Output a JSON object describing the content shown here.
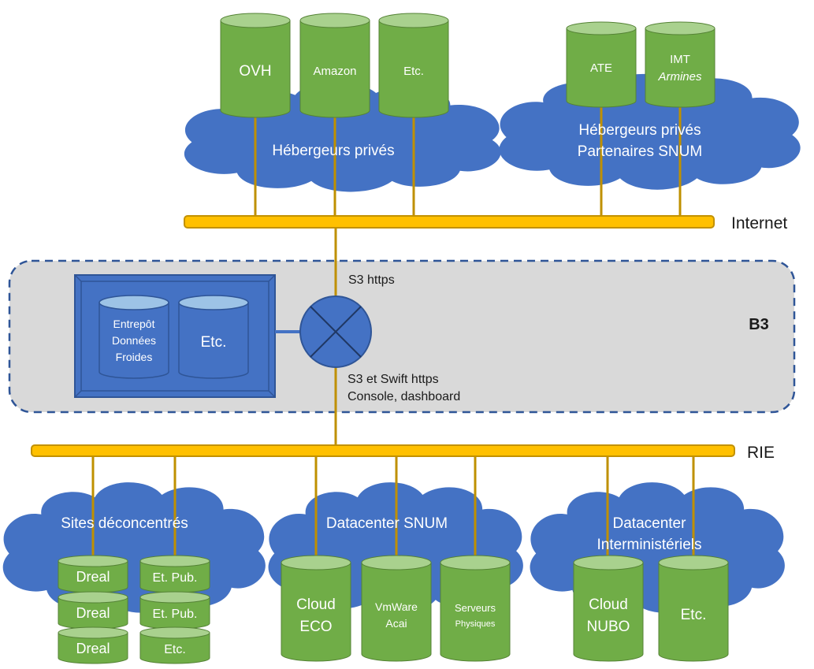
{
  "colors": {
    "cloud": "#4472c4",
    "cylinder_green": "#70ad47",
    "cylinder_green_top": "#a9d18e",
    "bus": "#ffc000",
    "bus_border": "#c29100",
    "connector": "#bf9000",
    "b3_zone": "#d9d9d9",
    "b3_border": "#2f5597",
    "blue_box": "#4472c4",
    "blue_cyl_top": "#9dc3e6"
  },
  "top_left_cloud": {
    "title": "Hébergeurs privés",
    "cylinders": [
      "OVH",
      "Amazon",
      "Etc."
    ]
  },
  "top_right_cloud": {
    "title_line1": "Hébergeurs privés",
    "title_line2": "Partenaires SNUM",
    "cylinders": [
      {
        "line1": "ATE",
        "line2": ""
      },
      {
        "line1": "IMT",
        "line2": "Armines"
      }
    ]
  },
  "buses": {
    "internet": "Internet",
    "rie": "RIE"
  },
  "b3": {
    "title": "B3",
    "upper_link": "S3 https",
    "lower_link_line1": "S3 et Swift https",
    "lower_link_line2": "Console, dashboard",
    "storage": [
      {
        "line1": "Entrepôt",
        "line2": "Données",
        "line3": "Froides"
      },
      {
        "line1": "Etc.",
        "line2": "",
        "line3": ""
      }
    ]
  },
  "bottom_left_cloud": {
    "title": "Sites déconcentrés",
    "left_stack": [
      "Dreal",
      "Dreal",
      "Dreal"
    ],
    "right_stack": [
      "Et. Pub.",
      "Et. Pub.",
      "Etc."
    ]
  },
  "bottom_middle_cloud": {
    "title": "Datacenter SNUM",
    "cylinders": [
      {
        "line1": "Cloud",
        "line2": "ECO"
      },
      {
        "line1": "VmWare",
        "line2": "Acai"
      },
      {
        "line1": "Serveurs",
        "line2": "Physiques"
      }
    ]
  },
  "bottom_right_cloud": {
    "title_line1": "Datacenter",
    "title_line2": "Interministériels",
    "cylinders": [
      {
        "line1": "Cloud",
        "line2": "NUBO"
      },
      {
        "line1": "Etc.",
        "line2": ""
      }
    ]
  }
}
